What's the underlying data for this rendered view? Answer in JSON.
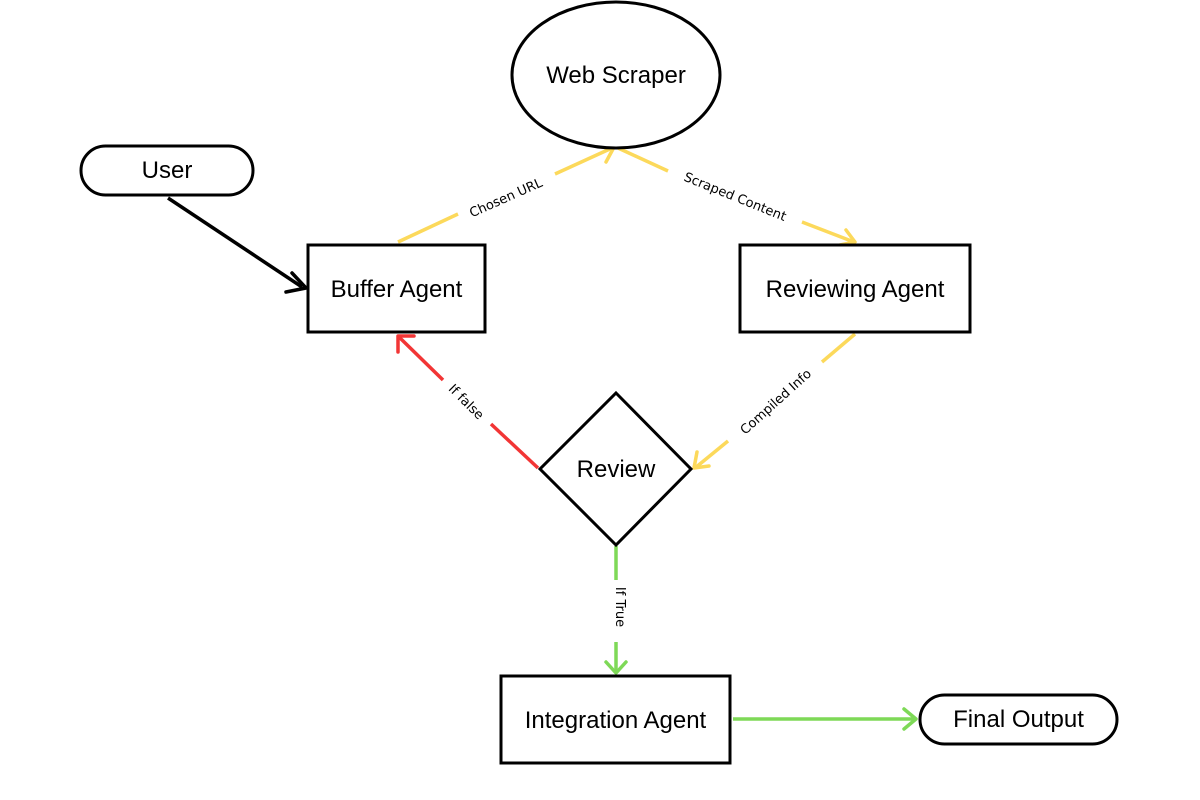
{
  "diagram": {
    "nodes": {
      "user": {
        "label": "User",
        "shape": "pill"
      },
      "buffer_agent": {
        "label": "Buffer Agent",
        "shape": "rectangle"
      },
      "web_scraper": {
        "label": "Web Scraper",
        "shape": "ellipse"
      },
      "reviewing_agent": {
        "label": "Reviewing Agent",
        "shape": "rectangle"
      },
      "review": {
        "label": "Review",
        "shape": "diamond"
      },
      "integration_agent": {
        "label": "Integration Agent",
        "shape": "rectangle"
      },
      "final_output": {
        "label": "Final Output",
        "shape": "pill"
      }
    },
    "edges": {
      "user_to_buffer": {
        "from": "User",
        "to": "Buffer Agent",
        "label": "",
        "color": "#000000"
      },
      "chosen_url": {
        "from": "Buffer Agent",
        "to": "Web Scraper",
        "label": "Chosen URL",
        "color": "#fcd95b"
      },
      "scraped_content": {
        "from": "Web Scraper",
        "to": "Reviewing Agent",
        "label": "Scraped Content",
        "color": "#fcd95b"
      },
      "compiled_info": {
        "from": "Reviewing Agent",
        "to": "Review",
        "label": "Compiled Info",
        "color": "#fcd95b"
      },
      "if_false": {
        "from": "Review",
        "to": "Buffer Agent",
        "label": "If false",
        "color": "#f23535"
      },
      "if_true": {
        "from": "Review",
        "to": "Integration Agent",
        "label": "If True",
        "color": "#7ed957"
      },
      "to_final": {
        "from": "Integration Agent",
        "to": "Final Output",
        "label": "",
        "color": "#7ed957"
      }
    }
  }
}
